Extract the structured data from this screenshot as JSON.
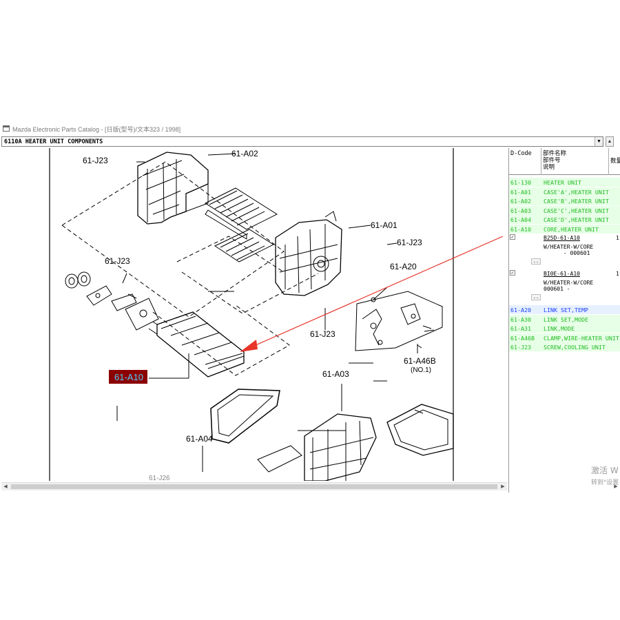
{
  "window": {
    "title": "Mazda Electronic Parts Catalog - [日版(型号)/文本323 / 1998]"
  },
  "group_selector": {
    "value": "6110A  HEATER UNIT COMPONENTS"
  },
  "illustration": {
    "callouts": {
      "j23_top": "61-J23",
      "a02": "61-A02",
      "a01": "61-A01",
      "j23_right": "61-J23",
      "j23_left": "61-J23",
      "a20": "61-A20",
      "j23_mid": "61-J23",
      "a46b": "61-A46B",
      "no1": "(NO.1)",
      "a10": "61-A10",
      "a03": "61-A03",
      "a04": "61-A04",
      "j26_partial": "61-J26"
    },
    "highlight_color": "#8b0000",
    "highlight_text_color": "#4fd2ff",
    "arrow_color": "#e8342a"
  },
  "parts_table": {
    "headers": {
      "dcode": "D-Code",
      "name_line1": "部件名称",
      "name_line2": "部件号",
      "name_line3": "说明",
      "qty": "数量"
    },
    "rows_top": [
      {
        "code": "61-130",
        "name": "HEATER UNIT"
      },
      {
        "code": "61-A01",
        "name": "CASE'A',HEATER UNIT"
      },
      {
        "code": "61-A02",
        "name": "CASE'B',HEATER UNIT"
      },
      {
        "code": "61-A03",
        "name": "CASE'C',HEATER UNIT"
      },
      {
        "code": "61-A04",
        "name": "CASE'D',HEATER UNIT"
      },
      {
        "code": "61-A10",
        "name": "CORE,HEATER UNIT"
      }
    ],
    "sub_rows": [
      {
        "part_no": "B25D-61-A10",
        "qty": "1",
        "desc1": "W/HEATER-W/CORE",
        "desc2": "      - 000601",
        "more": ".."
      },
      {
        "part_no": "BI0E-61-A10",
        "qty": "1",
        "desc1": "W/HEATER-W/CORE",
        "desc2": "000601 -",
        "more": ".."
      }
    ],
    "rows_bottom": [
      {
        "code": "61-A20",
        "name": "LINK SET,TEMP"
      },
      {
        "code": "61-A30",
        "name": "LINK SET,MODE"
      },
      {
        "code": "61-A31",
        "name": "LINK,MODE"
      },
      {
        "code": "61-A46B",
        "name": "CLAMP,WIRE-HEATER UNIT"
      },
      {
        "code": "61-J23",
        "name": "SCREW,COOLING UNIT"
      }
    ]
  },
  "watermark": {
    "line1": "激活 W",
    "line2": "转到\"设置"
  }
}
